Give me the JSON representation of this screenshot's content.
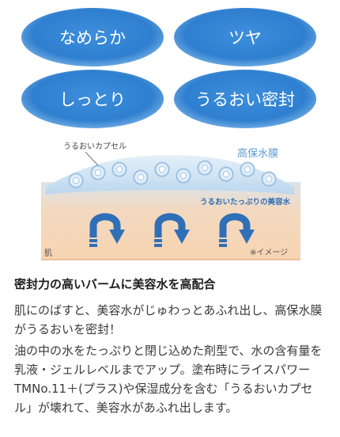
{
  "badges": [
    "なめらか",
    "ツヤ",
    "しっとり",
    "うるおい密封"
  ],
  "diagram": {
    "capsule_label": "うるおいカプセル",
    "film_label": "高保水膜",
    "essence_label": "うるおいたっぷりの美容水",
    "skin_label": "肌",
    "image_note": "※イメージ"
  },
  "text": {
    "heading": "密封力の高いバームに美容水を高配合",
    "paragraph1": "肌にのばすと、美容水がじゅわっとあふれ出し、高保水膜がうるおいを密封！",
    "paragraph2": "油の中の水をたっぷりと閉じ込めた剤型で、水の含有量を乳液・ジェルレベルまでアップ。塗布時にライスパワーTMNo.11＋(プラス)や保湿成分を含む「うるおいカプセル」が壊れて、美容水があふれ出します。"
  },
  "colors": {
    "badge": "#2f7fd0",
    "film": "#c5def0",
    "skin": "#f7d6b8",
    "arrow": "#2f6fb8",
    "accent_text": "#5a9bd4",
    "essence_text": "#2f6fb8"
  }
}
